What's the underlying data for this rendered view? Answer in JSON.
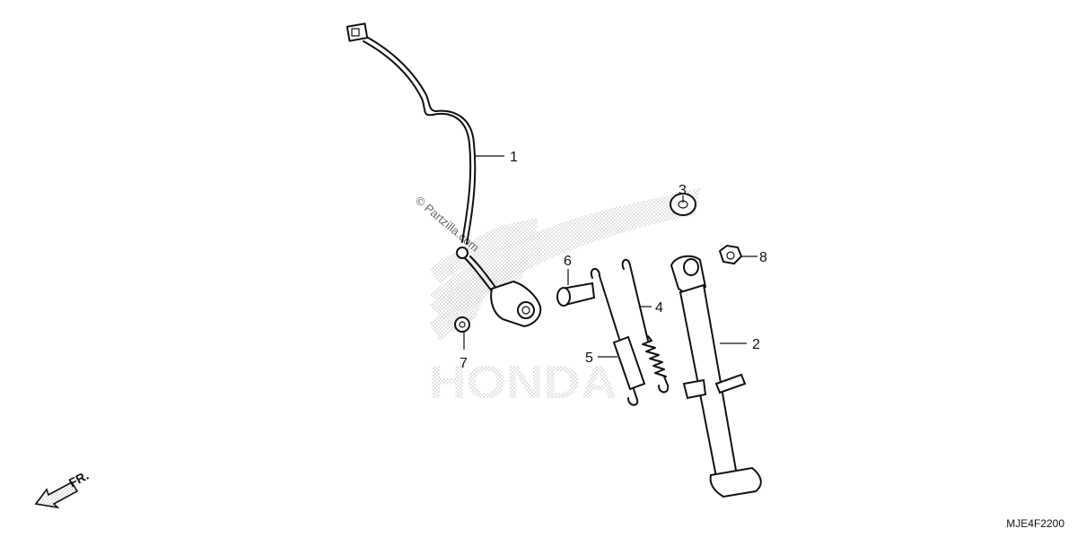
{
  "watermark": "© Partzilla.com",
  "brand_watermark": "HONDA",
  "direction_label": "FR.",
  "diagram_code": "MJE4F2200",
  "callouts": [
    {
      "id": "1",
      "label": "1"
    },
    {
      "id": "2",
      "label": "2"
    },
    {
      "id": "3",
      "label": "3"
    },
    {
      "id": "4",
      "label": "4"
    },
    {
      "id": "5",
      "label": "5"
    },
    {
      "id": "6",
      "label": "6"
    },
    {
      "id": "7",
      "label": "7"
    },
    {
      "id": "8",
      "label": "8"
    }
  ],
  "colors": {
    "line": "#111111",
    "background": "#ffffff",
    "watermark": "#c8c8c8"
  }
}
